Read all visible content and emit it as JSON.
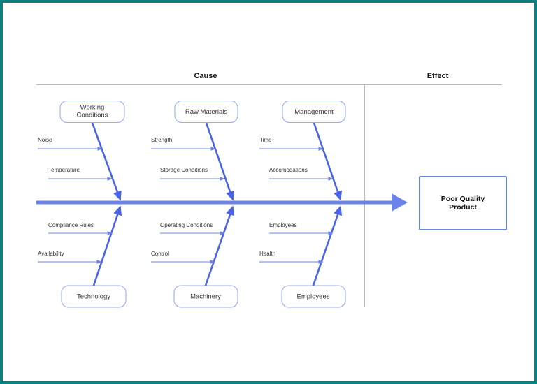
{
  "diagram": {
    "type": "fishbone-ishikawa",
    "headers": {
      "cause": "Cause",
      "effect": "Effect"
    },
    "effect_box": {
      "line1": "Poor Quality",
      "line2": "Product"
    },
    "colors": {
      "frame": "#0d7f7f",
      "spine": "#6c83ea",
      "rib": "#4b63e8",
      "box_border": "#9aacf5",
      "effect_border": "#5575e7",
      "divider": "#aab7ee",
      "text": "#333333"
    },
    "top_categories": [
      {
        "name": "Working Conditions",
        "line1": "Working",
        "line2": "Conditions",
        "causes": [
          "Noise",
          "Temperature"
        ]
      },
      {
        "name": "Raw Materials",
        "line1": "Raw Materials",
        "line2": "",
        "causes": [
          "Strength",
          "Storage Conditions"
        ]
      },
      {
        "name": "Management",
        "line1": "Management",
        "line2": "",
        "causes": [
          "Time",
          "Accomodations"
        ]
      }
    ],
    "bottom_categories": [
      {
        "name": "Technology",
        "line1": "Technology",
        "line2": "",
        "causes": [
          "Compliance Rules",
          "Availability"
        ]
      },
      {
        "name": "Machinery",
        "line1": "Machinery",
        "line2": "",
        "causes": [
          "Operating Conditions",
          "Control"
        ]
      },
      {
        "name": "Employees",
        "line1": "Employees",
        "line2": "",
        "causes": [
          "Employees",
          "Health"
        ]
      }
    ]
  }
}
